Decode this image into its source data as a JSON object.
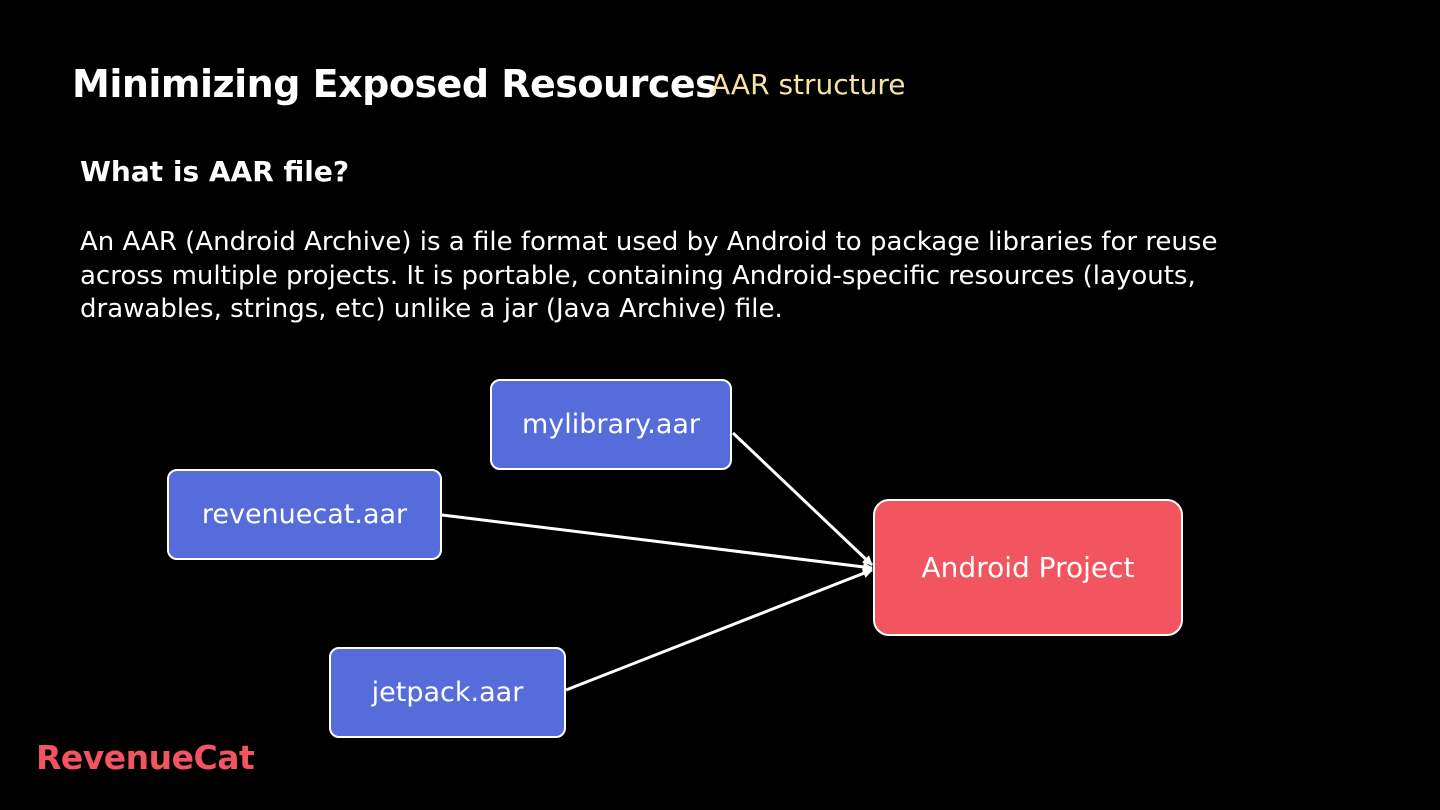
{
  "slide": {
    "title": "Minimizing Exposed Resources",
    "subtitle": "AAR structure",
    "question": "What is AAR file?",
    "description": "An AAR (Android Archive) is a file format used by Android to package libraries for reuse across multiple projects. It is portable, containing Android-specific resources (layouts, drawables, strings, etc) unlike a jar (Java Archive) file."
  },
  "diagram": {
    "nodes": {
      "mylibrary": "mylibrary.aar",
      "revenuecat": "revenuecat.aar",
      "jetpack": "jetpack.aar",
      "android_project": "Android Project"
    },
    "edges": [
      {
        "from": "mylibrary",
        "to": "android_project"
      },
      {
        "from": "revenuecat",
        "to": "android_project"
      },
      {
        "from": "jetpack",
        "to": "android_project"
      }
    ]
  },
  "brand": {
    "logo_text": "RevenueCat"
  },
  "colors": {
    "background": "#000000",
    "text": "#ffffff",
    "subtitle": "#f7e3a1",
    "library_box": "#576cdb",
    "project_box": "#f25560",
    "logo": "#f25560",
    "arrow": "#ffffff"
  }
}
